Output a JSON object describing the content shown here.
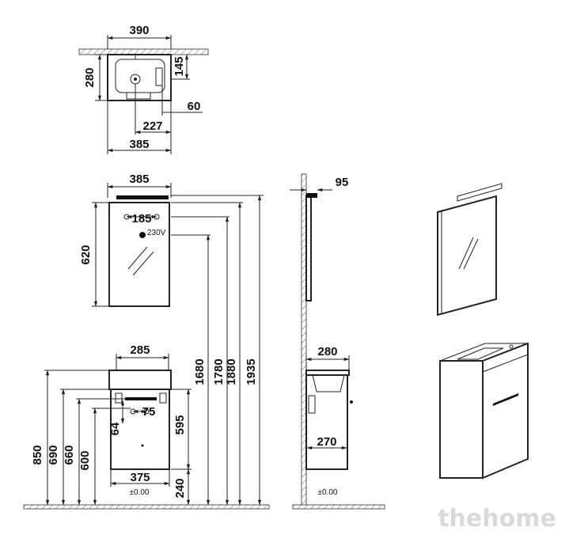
{
  "watermark": "thehome",
  "top_view": {
    "width_top": "390",
    "depth": "280",
    "offset_right": "145",
    "tap_offset": "60",
    "drain_offset": "227",
    "width_bottom": "385"
  },
  "front_view": {
    "mirror_width": "385",
    "mirror_height": "620",
    "holes_spacing": "185",
    "socket_label": "230V",
    "height_1680": "1680",
    "height_1780": "1780",
    "height_1880": "1880",
    "height_1935": "1935",
    "basin_width": "285",
    "siphon_spacing": "75",
    "siphon_drop": "64",
    "cabinet_height": "595",
    "cabinet_width": "375",
    "floor_gap": "240",
    "height_850": "850",
    "height_690": "690",
    "height_660": "660",
    "height_600": "600",
    "floor_label": "±0.00"
  },
  "side_view": {
    "light_depth": "95",
    "cabinet_depth": "280",
    "inner_depth": "270",
    "floor_label": "±0.00"
  }
}
